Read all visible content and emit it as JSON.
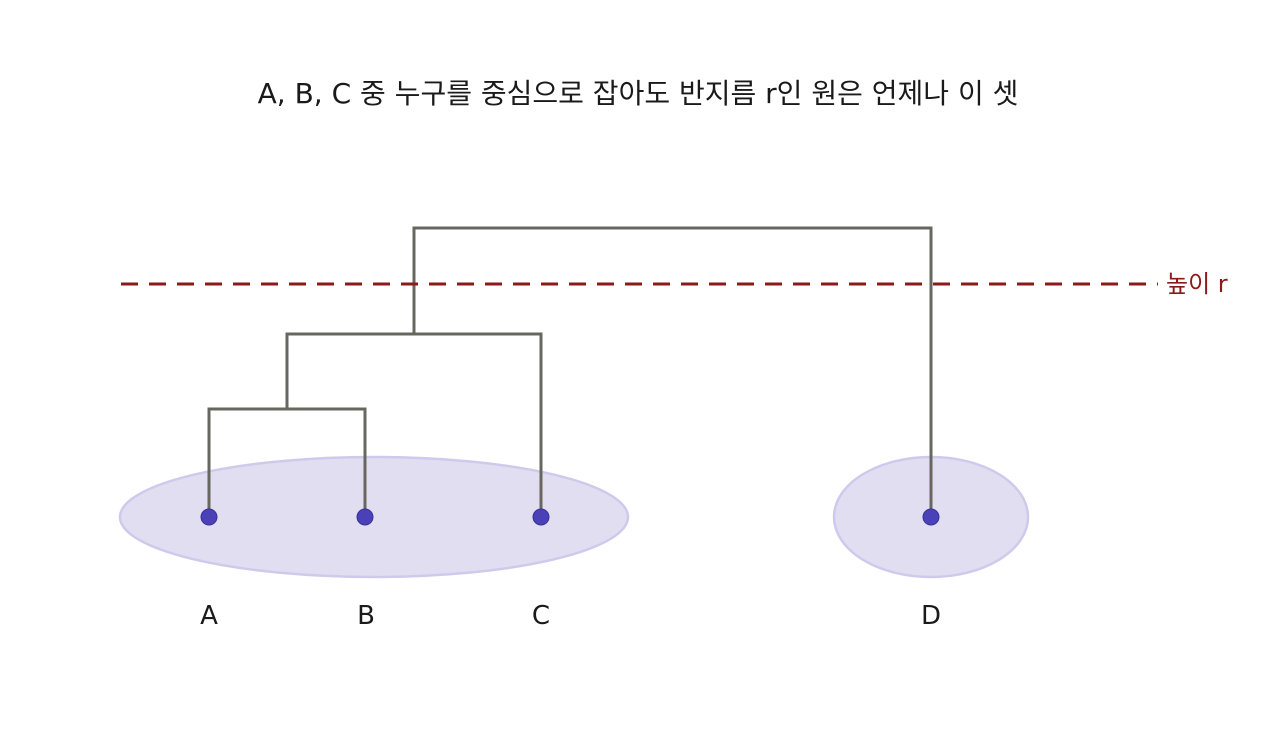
{
  "title": "A, B, C 중 누구를 중심으로 잡아도 반지름 r인 원은 언제나 이 셋",
  "cut_line": {
    "label": "높이 r",
    "color": "#8b1a1a"
  },
  "leaves": [
    {
      "id": "A",
      "label": "A"
    },
    {
      "id": "B",
      "label": "B"
    },
    {
      "id": "C",
      "label": "C"
    },
    {
      "id": "D",
      "label": "D"
    }
  ],
  "merges": [
    {
      "left": "A",
      "right": "B"
    },
    {
      "left": "A+B",
      "right": "C"
    },
    {
      "left": "A+B+C",
      "right": "D"
    }
  ],
  "groups": [
    {
      "members": [
        "A",
        "B",
        "C"
      ]
    },
    {
      "members": [
        "D"
      ]
    }
  ],
  "colors": {
    "branch": "#67675f",
    "node": "#4a40b8",
    "group_fill": "#e1def2",
    "group_stroke": "#cfcaec",
    "text": "#1a1a1a"
  }
}
